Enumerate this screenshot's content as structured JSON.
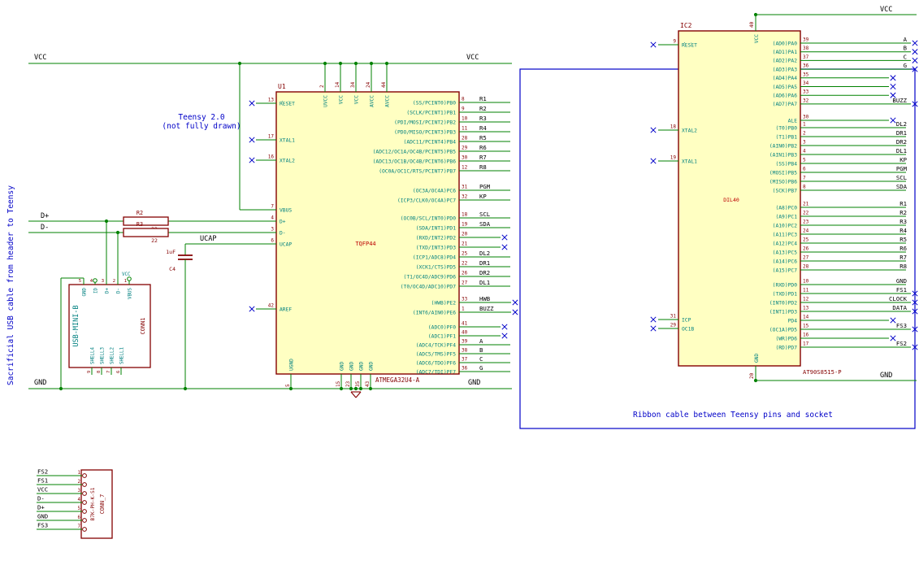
{
  "colors": {
    "wire": "#008200",
    "ref": "#840000",
    "num": "#840000",
    "pin": "#008080",
    "fp": "#BC0000",
    "label": "#000000",
    "note": "#0000C8",
    "nc": "#0000C8",
    "fill": "#FFFFC2"
  },
  "rails": {
    "vcc": "VCC",
    "gnd": "GND",
    "d_plus": "D+",
    "d_minus": "D-",
    "ucap": "UCAP"
  },
  "notes": {
    "left_vertical": "Sacrificial USB cable from header to Teensy",
    "teensy": "Teensy 2.0\n(not fully drawn)",
    "ribbon": "Ribbon cable between Teensy pins and socket"
  },
  "u1": {
    "ref": "U1",
    "value": "ATMEGA32U4-A",
    "footprint": "TQFP44",
    "left_pins": [
      {
        "name": "RESET",
        "num": "13",
        "inv": true,
        "nc": true
      },
      {
        "name": "XTAL1",
        "num": "17",
        "nc": true
      },
      {
        "name": "XTAL2",
        "num": "16",
        "nc": true
      },
      {
        "name": "VBUS",
        "num": "7"
      },
      {
        "name": "D+",
        "num": "4"
      },
      {
        "name": "D-",
        "num": "3"
      },
      {
        "name": "UCAP",
        "num": "6"
      },
      {
        "name": "AREF",
        "num": "42",
        "nc": true
      }
    ],
    "right_groups": [
      [
        {
          "name": "(SS/PCINT0)PB0",
          "num": "8",
          "label": "R1"
        },
        {
          "name": "(SCLK/PCINT1)PB1",
          "num": "9",
          "label": "R2"
        },
        {
          "name": "(PDI/MOSI/PCINT2)PB2",
          "num": "10",
          "label": "R3"
        },
        {
          "name": "(PDO/MISO/PCINT3)PB3",
          "num": "11",
          "label": "R4"
        },
        {
          "name": "(ADC11/PCINT4)PB4",
          "num": "28",
          "label": "R5"
        },
        {
          "name": "(ADC12/OC1A/OC4B/PCINT5)PB5",
          "num": "29",
          "label": "R6"
        },
        {
          "name": "(ADC13/OC1B/OC4B/PCINT6)PB6",
          "num": "30",
          "label": "R7"
        },
        {
          "name": "(OC0A/OC1C/RTS/PCINT7)PB7",
          "num": "12",
          "label": "R8"
        }
      ],
      [
        {
          "name": "(OC3A/OC4A)PC6",
          "num": "31",
          "label": "PGM"
        },
        {
          "name": "(ICP3/CLK0/OC4A)PC7",
          "num": "32",
          "label": "KP"
        }
      ],
      [
        {
          "name": "(OC0B/SCL/INT0)PD0",
          "num": "18",
          "label": "SCL"
        },
        {
          "name": "(SDA/INT1)PD1",
          "num": "19",
          "label": "SDA"
        },
        {
          "name": "(RXD/INT2)PD2",
          "num": "20",
          "nc": true
        },
        {
          "name": "(TXD/INT3)PD3",
          "num": "21",
          "nc": true
        },
        {
          "name": "(ICP1/ADC8)PD4",
          "num": "25",
          "label": "DL2"
        },
        {
          "name": "(XCK1/CTS)PD5",
          "num": "22",
          "label": "DR1"
        },
        {
          "name": "(T1/OC4D/ADC9)PD6",
          "num": "26",
          "label": "DR2"
        },
        {
          "name": "(T0/OC4D/ADC10)PD7",
          "num": "27",
          "label": "DL1"
        }
      ],
      [
        {
          "name": "(HWB)PE2",
          "num": "33",
          "label": "HWB",
          "nc": true
        },
        {
          "name": "(INT6/AIN0)PE6",
          "num": "1",
          "label": "BUZZ",
          "nc": true
        }
      ],
      [
        {
          "name": "(ADC0)PF0",
          "num": "41",
          "nc": true
        },
        {
          "name": "(ADC1)PF1",
          "num": "40",
          "nc": true
        },
        {
          "name": "(ADC4/TCK)PF4",
          "num": "39",
          "label": "A"
        },
        {
          "name": "(ADC5/TMS)PF5",
          "num": "38",
          "label": "B"
        },
        {
          "name": "(ADC6/TDO)PF6",
          "num": "37",
          "label": "C"
        },
        {
          "name": "(ADC7/TDI)PF7",
          "num": "36",
          "label": "G"
        }
      ]
    ],
    "top_pins": [
      {
        "name": "UVCC",
        "num": "2"
      },
      {
        "name": "VCC",
        "num": "14"
      },
      {
        "name": "VCC",
        "num": "34"
      },
      {
        "name": "AVCC",
        "num": "24"
      },
      {
        "name": "AVCC",
        "num": "44"
      }
    ],
    "bottom_pins": [
      {
        "name": "UGND",
        "num": "5"
      },
      {
        "name": "GND",
        "num": "15"
      },
      {
        "name": "GND",
        "num": "23"
      },
      {
        "name": "GND",
        "num": "35"
      },
      {
        "name": "GND",
        "num": "43"
      }
    ]
  },
  "ic2": {
    "ref": "IC2",
    "value": "AT90S8515-P",
    "footprint": "DIL40",
    "top_pin": {
      "name": "VCC",
      "num": "40"
    },
    "bottom_pin": {
      "name": "GND",
      "num": "20"
    },
    "left_pins": [
      {
        "name": "RESET",
        "num": "9",
        "inv": true,
        "nc": true
      },
      {
        "name": "XTAL2",
        "num": "18",
        "nc": true
      },
      {
        "name": "XTAL1",
        "num": "19",
        "nc": true
      },
      {
        "name": "ICP",
        "num": "31",
        "nc": true
      },
      {
        "name": "OC1B",
        "num": "29",
        "nc": true
      }
    ],
    "right_groups": [
      [
        {
          "name": "(AD0)PA0",
          "num": "39",
          "label": "A",
          "ncfar": true
        },
        {
          "name": "(AD1)PA1",
          "num": "38",
          "label": "B",
          "ncfar": true
        },
        {
          "name": "(AD2)PA2",
          "num": "37",
          "label": "C",
          "ncfar": true
        },
        {
          "name": "(AD3)PA3",
          "num": "36",
          "label": "G",
          "ncfar": true
        },
        {
          "name": "(AD4)PA4",
          "num": "35",
          "nc": true
        },
        {
          "name": "(AD5)PA5",
          "num": "34",
          "nc": true
        },
        {
          "name": "(AD6)PA6",
          "num": "33",
          "nc": true
        },
        {
          "name": "(AD7)PA7",
          "num": "32",
          "label": "BUZZ",
          "ncfar": true
        }
      ],
      [
        {
          "name": "ALE",
          "num": "30",
          "nc": true
        }
      ],
      [
        {
          "name": "(T0)PB0",
          "num": "1",
          "label": "DL2"
        },
        {
          "name": "(T1)PB1",
          "num": "2",
          "label": "DR1"
        },
        {
          "name": "(AIN0)PB2",
          "num": "3",
          "label": "DR2"
        },
        {
          "name": "(AIN1)PB3",
          "num": "4",
          "label": "DL1"
        },
        {
          "name": "(SS)PB4",
          "num": "5",
          "label": "KP"
        },
        {
          "name": "(MOSI)PB5",
          "num": "6",
          "label": "PGM"
        },
        {
          "name": "(MISO)PB6",
          "num": "7",
          "label": "SCL"
        },
        {
          "name": "(SCK)PB7",
          "num": "8",
          "label": "SDA"
        }
      ],
      [
        {
          "name": "(A8)PC0",
          "num": "21",
          "label": "R1"
        },
        {
          "name": "(A9)PC1",
          "num": "22",
          "label": "R2"
        },
        {
          "name": "(A10)PC2",
          "num": "23",
          "label": "R3"
        },
        {
          "name": "(A11)PC3",
          "num": "24",
          "label": "R4"
        },
        {
          "name": "(A12)PC4",
          "num": "25",
          "label": "R5"
        },
        {
          "name": "(A13)PC5",
          "num": "26",
          "label": "R6"
        },
        {
          "name": "(A14)PC6",
          "num": "27",
          "label": "R7"
        },
        {
          "name": "(A15)PC7",
          "num": "28",
          "label": "R8"
        }
      ],
      [
        {
          "name": "(RXD)PD0",
          "num": "10",
          "label": "GND"
        },
        {
          "name": "(TXD)PD1",
          "num": "11",
          "label": "FS1",
          "ncfar": true
        },
        {
          "name": "(INT0)PD2",
          "num": "12",
          "label": "CLOCK",
          "ncfar": true
        },
        {
          "name": "(INT1)PD3",
          "num": "13",
          "label": "DATA",
          "ncfar": true
        },
        {
          "name": "PD4",
          "num": "14",
          "nc": true
        },
        {
          "name": "(OC1A)PD5",
          "num": "15",
          "label": "FS3",
          "ncfar": true
        },
        {
          "name": "(WR)PD6",
          "num": "16",
          "nc": true
        },
        {
          "name": "(RD)PD7",
          "num": "17",
          "label": "FS2",
          "ncfar": true
        }
      ]
    ]
  },
  "resistors": [
    {
      "ref": "R2",
      "value": "22"
    },
    {
      "ref": "R3",
      "value": "22"
    }
  ],
  "capacitor": {
    "ref": "C4",
    "value": "1uF"
  },
  "conn1": {
    "ref": "CONN1",
    "value": "USB-MINI-B",
    "top_pins": [
      {
        "name": "GND",
        "num": "5"
      },
      {
        "name": "ID",
        "num": "4"
      },
      {
        "name": "D+",
        "num": "3"
      },
      {
        "name": "D-",
        "num": "2"
      },
      {
        "name": "VBUS",
        "num": "1"
      }
    ],
    "shells": [
      {
        "name": "SHELL4",
        "num": "9"
      },
      {
        "name": "SHELL3",
        "num": "8"
      },
      {
        "name": "SHELL2",
        "num": "7"
      },
      {
        "name": "SHELL1",
        "num": "6"
      }
    ],
    "vbus_flag": "VCC"
  },
  "conn7": {
    "ref": "CONN_7",
    "value": "B7K-PH-K-S1",
    "pins": [
      {
        "num": "1",
        "label": "FS2"
      },
      {
        "num": "2",
        "label": "FS1"
      },
      {
        "num": "3",
        "label": "VCC"
      },
      {
        "num": "4",
        "label": "D-"
      },
      {
        "num": "5",
        "label": "D+"
      },
      {
        "num": "6",
        "label": "GND"
      },
      {
        "num": "7",
        "label": "FS3"
      }
    ]
  }
}
